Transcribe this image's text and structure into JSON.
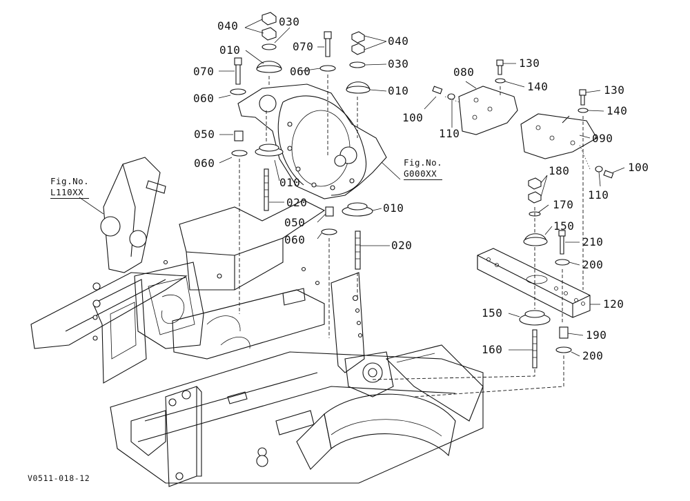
{
  "callouts": {
    "c040a": "040",
    "c030a": "030",
    "c010a": "010",
    "c070a": "070",
    "c060a": "060",
    "c050a": "050",
    "c060b": "060",
    "c010b": "010",
    "c020a": "020",
    "c070b": "070",
    "c040b": "040",
    "c030b": "030",
    "c060c": "060",
    "c010c": "010",
    "c050b": "050",
    "c060d": "060",
    "c010d": "010",
    "c020b": "020",
    "c080": "080",
    "c130a": "130",
    "c140a": "140",
    "c100a": "100",
    "c110a": "110",
    "c130b": "130",
    "c140b": "140",
    "c090": "090",
    "c100b": "100",
    "c110b": "110",
    "c180": "180",
    "c170": "170",
    "c150a": "150",
    "c210": "210",
    "c200a": "200",
    "c120": "120",
    "c150b": "150",
    "c190": "190",
    "c160": "160",
    "c200b": "200"
  },
  "fig_refs": {
    "left_prefix": "Fig.No.",
    "left_code": "L110XX",
    "center_prefix": "Fig.No.",
    "center_code": "G000XX"
  },
  "drawing_id": "V0511-018-12"
}
